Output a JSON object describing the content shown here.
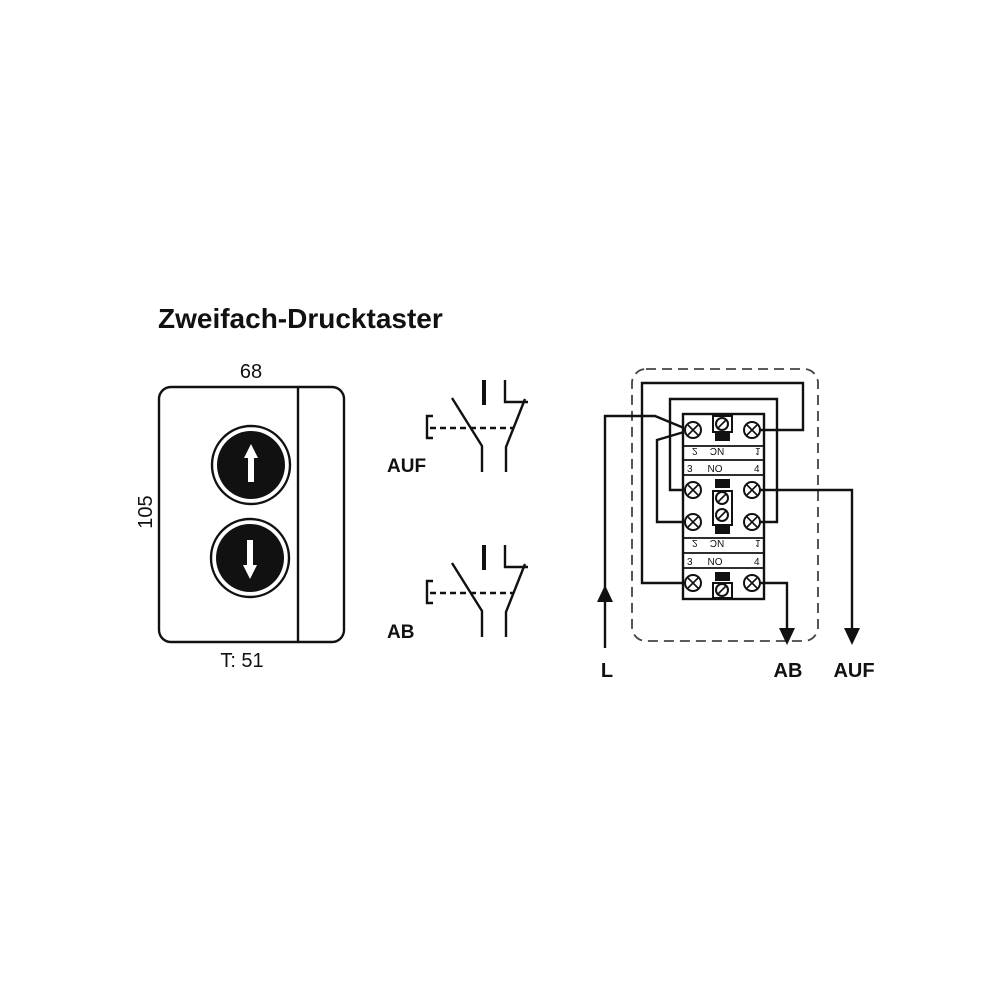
{
  "title": "Zweifach-Drucktaster",
  "dimensions": {
    "width": "68",
    "height": "105",
    "depth": "T: 51"
  },
  "switches": [
    {
      "label": "AUF"
    },
    {
      "label": "AB"
    }
  ],
  "terminal_block": {
    "modules": [
      {
        "nc_label": "2 NC 1",
        "no_label": "3 NO 4",
        "nc_left": "2",
        "nc_mid": "NC",
        "nc_right": "1",
        "no_left": "3",
        "no_mid": "NO",
        "no_right": "4"
      },
      {
        "nc_label": "2 NC 1",
        "no_label": "3 NO 4",
        "nc_left": "2",
        "nc_mid": "NC",
        "nc_right": "1",
        "no_left": "3",
        "no_mid": "NO",
        "no_right": "4"
      }
    ]
  },
  "wiring_labels": {
    "input": "L",
    "down": "AB",
    "up": "AUF"
  }
}
